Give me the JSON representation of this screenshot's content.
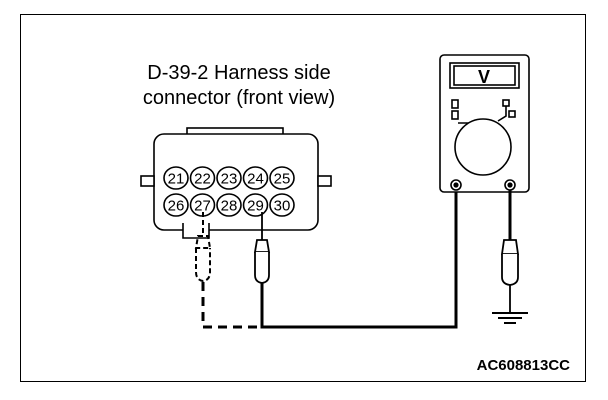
{
  "figure": {
    "title_line1": "D-39-2 Harness side",
    "title_line2": "connector (front view)",
    "code": "AC608813CC",
    "meter_symbol": "V"
  },
  "connector": {
    "top_row": [
      "21",
      "22",
      "23",
      "24",
      "25"
    ],
    "bottom_row": [
      "26",
      "27",
      "28",
      "29",
      "30"
    ]
  },
  "icons": {
    "meter": "voltmeter-icon",
    "ground": "ground-symbol-icon"
  }
}
